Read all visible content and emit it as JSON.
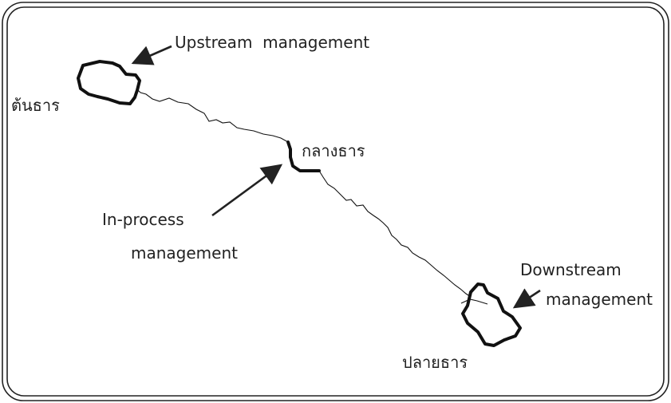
{
  "labels": {
    "upstream": "Upstream  management",
    "in_process_line1": "In-process",
    "in_process_line2": "management",
    "downstream_line1": "Downstream",
    "downstream_line2": "management",
    "source": "ต้นธาร",
    "midstream": "กลางธาร",
    "mouth": "ปลายธาร"
  },
  "colors": {
    "line": "#111111",
    "frame": "#222222",
    "text": "#222222"
  }
}
